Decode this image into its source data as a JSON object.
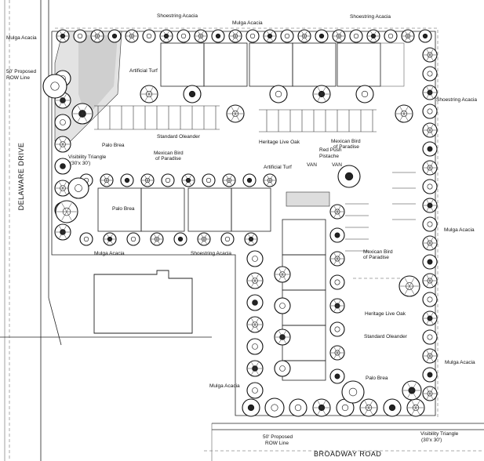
{
  "roads": {
    "delaware": "DELAWARE DRIVE",
    "broadway": "BROADWAY ROAD"
  },
  "labels": {
    "mulga_acacia_nw": "Mulga Acacia",
    "row_west_1": "50' Proposed",
    "row_west_2": "ROW Line",
    "shoestring_top_1": "Shoestring Acacia",
    "mulga_top": "Mulga Acacia",
    "shoestring_top_2": "Shoestring Acacia",
    "shoestring_east": "Shoestring Acacia",
    "artificial_turf_top": "Artificial Turf",
    "palo_brea_nw": "Palo Brea",
    "standard_oleander": "Standard Oleander",
    "mexican_bop_1": "Mexican Bird",
    "mexican_bop_2": "of Paradise",
    "vis_tri_w_1": "Visibility Triangle",
    "vis_tri_w_2": "(30'x 30')",
    "heritage_oak_top": "Heritage Live Oak",
    "mexican_bop_top_1": "Mexican Bird",
    "mexican_bop_top_2": "of Paradise",
    "red_push_1": "Red Push",
    "red_push_2": "Pistache",
    "van_1": "VAN",
    "van_2": "VAN",
    "artificial_turf_mid": "Artificial Turf",
    "palo_brea_mid": "Palo Brea",
    "mulga_acacia_mid": "Mulga Acacia",
    "shoestring_mid": "Shoestring Acacia",
    "mulga_acacia_east": "Mulga Acacia",
    "mexican_bop_se_1": "Mexican Bird",
    "mexican_bop_se_2": "of Paradise",
    "heritage_oak_se": "Heritage Live Oak",
    "standard_oleander_se": "Standard Oleander",
    "mulga_acacia_se": "Mulga Acacia",
    "palo_brea_se": "Palo Brea",
    "mulga_acacia_s": "Mulga Acacia",
    "vis_tri_s_1": "Visibility Triangle",
    "vis_tri_s_2": "(30'x 30')",
    "row_south_1": "50' Proposed",
    "row_south_2": "ROW Line"
  }
}
